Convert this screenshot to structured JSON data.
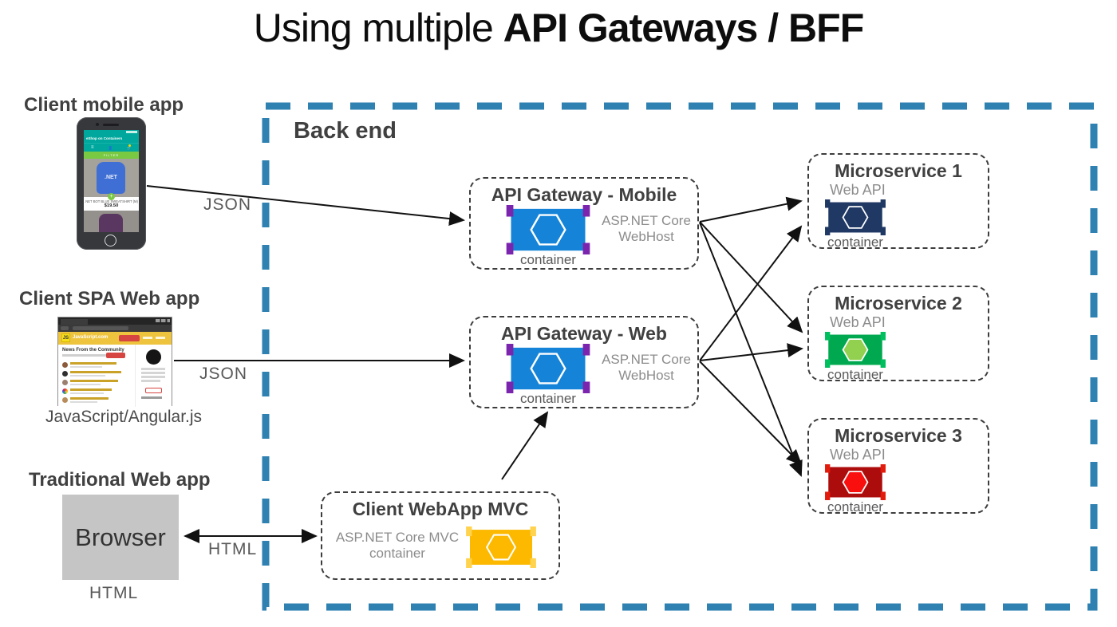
{
  "title": {
    "regular": "Using multiple ",
    "bold": "API Gateways / BFF"
  },
  "backend": {
    "label": "Back end"
  },
  "clients": {
    "mobile": {
      "label": "Client mobile app",
      "arrow_label": "JSON",
      "phone": {
        "app_title": "eShop on Containers",
        "filter": "FILTER",
        "shirt_text": ".NET",
        "product_name": ".NET BOT BLUE SWEATSHIRT (M)",
        "price": "$19.50",
        "nav_menu_icon": "≡",
        "nav_user_icon": "👤",
        "nav_cart_icon": "🛒",
        "plus": "+"
      }
    },
    "spa": {
      "label": "Client SPA Web app",
      "sub_label": "JavaScript/Angular.js",
      "arrow_label": "JSON",
      "browser": {
        "brand": "JavaScript.com",
        "logo": "JS",
        "heading": "News From the Community"
      }
    },
    "traditional": {
      "label": "Traditional Web app",
      "box_label": "Browser",
      "sub_label": "HTML",
      "arrow_label": "HTML"
    }
  },
  "gateways": [
    {
      "title": "API Gateway - Mobile",
      "tech": "ASP.NET Core WebHost",
      "icon_label": "container"
    },
    {
      "title": "API Gateway - Web",
      "tech": "ASP.NET Core WebHost",
      "icon_label": "container"
    }
  ],
  "mvc": {
    "title": "Client WebApp MVC",
    "tech": "ASP.NET Core MVC container"
  },
  "microservices": [
    {
      "title": "Microservice 1",
      "api": "Web API",
      "icon_label": "container"
    },
    {
      "title": "Microservice 2",
      "api": "Web API",
      "icon_label": "container"
    },
    {
      "title": "Microservice 3",
      "api": "Web API",
      "icon_label": "container"
    }
  ],
  "colors": {
    "backend_border": "#2e81b0",
    "arrow": "#111111",
    "gw_body": "#1584d8",
    "gw_bracket": "#7b25ae",
    "ms1_body": "#1f3864",
    "ms1_bracket": "#1f3864",
    "ms1_hex": "#1f3864",
    "ms2_body": "#00a94f",
    "ms2_bracket": "#00bf5f",
    "ms2_hex": "#92d050",
    "ms3_body": "#ad0c0c",
    "ms3_bracket": "#e31b0c",
    "ms3_hex": "#fa0f0f",
    "mvc_body": "#fcb900",
    "mvc_bracket": "#ffd34d",
    "mvc_hex": "#fcb900"
  }
}
